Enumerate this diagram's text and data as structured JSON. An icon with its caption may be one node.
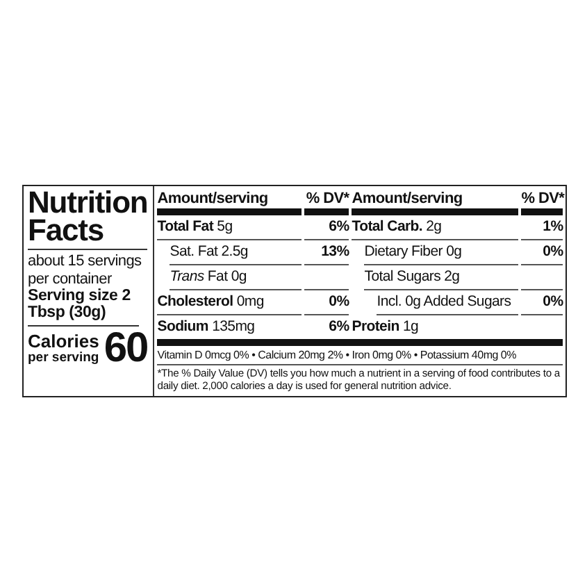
{
  "diagram": {
    "title": "Nutrition Facts",
    "labels": [
      "about 15 servings per container",
      "Serving size 2 Tbsp (30g)",
      "Calories",
      "per serving",
      "60",
      "Amount/serving",
      "% DV*",
      "Amount/serving",
      "% DV*",
      "**Total Fat** 5g",
      "6%",
      "**Total Carb.** 2g",
      "1%",
      "Sat. Fat 2.5g",
      "13%",
      "Dietary Fiber 0g",
      "0%",
      "*Trans* Fat 0g",
      "Total Sugars 2g",
      "**Cholesterol** 0mg",
      "0%",
      "Incl. 0g Added Sugars",
      "0%",
      "**Sodium** 135mg",
      "6%",
      "**Protein** 1g",
      "Vitamin D 0mcg 0% • Calcium 20mg 2% • Iron 0mg 0% • Potassium 40mg 0%",
      "*The % Daily Value (DV) tells you how much a nutrient in a serving of food contributes to a daily diet. 2,000 calories a day is used for general nutrition advice."
    ]
  }
}
